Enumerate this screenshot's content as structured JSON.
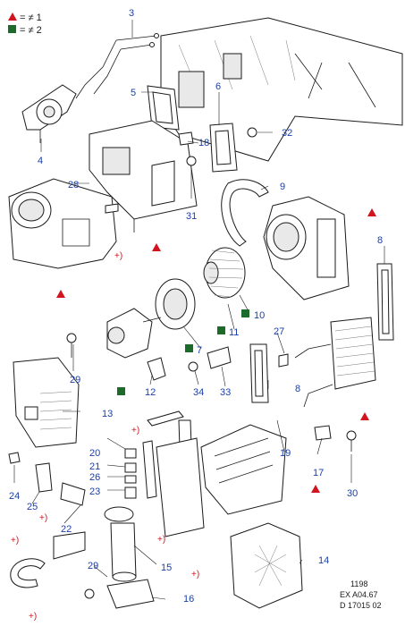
{
  "legend": {
    "triangle_text": "= ≠ 1",
    "square_text": "= ≠ 2",
    "triangle_color": "#d2141e",
    "square_color": "#1d6b2a"
  },
  "callouts": [
    "3",
    "5",
    "6",
    "4",
    "18",
    "32",
    "28",
    "9",
    "31",
    "8",
    "+)",
    "10",
    "11",
    "7",
    "27",
    "29",
    "12",
    "34",
    "33",
    "8",
    "13",
    "+)",
    "20",
    "19",
    "17",
    "21",
    "26",
    "24",
    "23",
    "25",
    "+)",
    "30",
    "22",
    "+)",
    "+)",
    "29",
    "14",
    "15",
    "+)",
    "16",
    "+)"
  ],
  "reference": {
    "line1": "1198",
    "line2": "EX A04.67",
    "line3": "D 17015 02"
  },
  "colors": {
    "callout_text": "#1a3fa8",
    "plus_text": "#d2141e",
    "line_art": "#1a1a1a"
  }
}
